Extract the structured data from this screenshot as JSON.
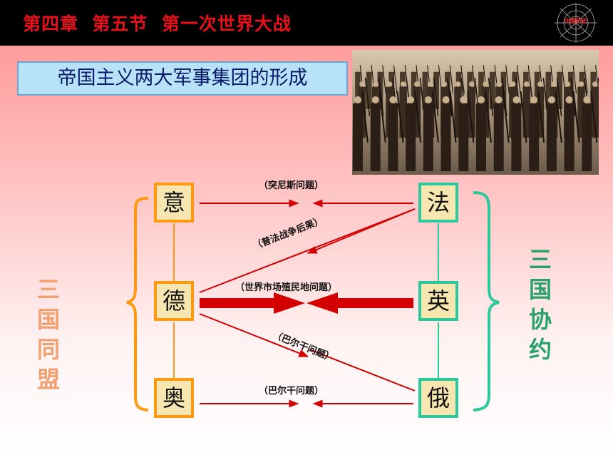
{
  "header": {
    "title": "第四章  第五节  第一次世界大战",
    "logo_text": "中国历史"
  },
  "subtitle": "帝国主义两大军事集团的形成",
  "countries": {
    "italy": "意",
    "germany": "德",
    "austria": "奥",
    "france": "法",
    "britain": "英",
    "russia": "俄"
  },
  "alliances": {
    "triple_alliance": [
      "三",
      "国",
      "同",
      "盟"
    ],
    "triple_entente": [
      "三",
      "国",
      "协",
      "约"
    ]
  },
  "issues": {
    "tunisia": "（突尼斯问题）",
    "franco_prussian": "（普法战争后果）",
    "world_market": "（世界市场殖民地问题）",
    "balkan_1": "（巴尔干问题）",
    "balkan_2": "（巴尔干问题）"
  },
  "colors": {
    "arrow_red": "#d40000",
    "left_group": "#ff9a10",
    "right_group": "#2ac89a"
  }
}
